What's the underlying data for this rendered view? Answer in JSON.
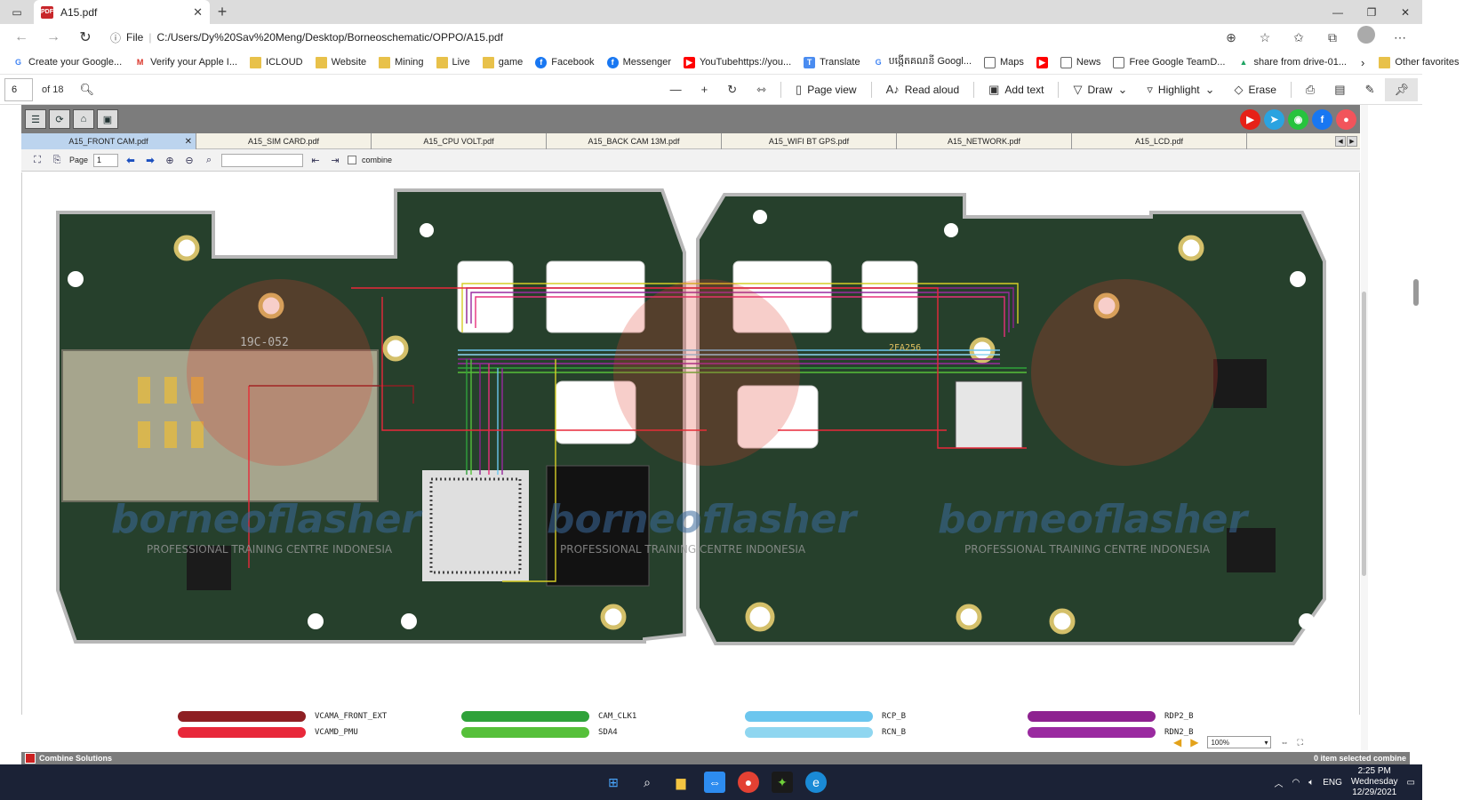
{
  "browser": {
    "tab_title": "A15.pdf",
    "address_prefix": "File",
    "url": "C:/Users/Dy%20Sav%20Meng/Desktop/Borneoschematic/OPPO/A15.pdf"
  },
  "favorites": [
    {
      "label": "Create your Google...",
      "icon": "google-icon"
    },
    {
      "label": "Verify your Apple I...",
      "icon": "gmail-icon"
    },
    {
      "label": "ICLOUD",
      "icon": "folder-icon"
    },
    {
      "label": "Website",
      "icon": "folder-icon"
    },
    {
      "label": "Mining",
      "icon": "folder-icon"
    },
    {
      "label": "Live",
      "icon": "folder-icon"
    },
    {
      "label": "game",
      "icon": "folder-icon"
    },
    {
      "label": "Facebook",
      "icon": "facebook-icon"
    },
    {
      "label": "Messenger",
      "icon": "facebook-icon"
    },
    {
      "label": "YouTubehttps://you...",
      "icon": "youtube-icon"
    },
    {
      "label": "Translate",
      "icon": "translate-icon"
    },
    {
      "label": "បង្កើតគណនី Googl...",
      "icon": "google-icon"
    },
    {
      "label": "Maps",
      "icon": "page-icon"
    },
    {
      "label": "",
      "icon": "youtube-icon"
    },
    {
      "label": "News",
      "icon": "page-icon"
    },
    {
      "label": "Free Google TeamD...",
      "icon": "page-icon"
    },
    {
      "label": "share from drive-01...",
      "icon": "drive-icon"
    }
  ],
  "favorites_other": "Other favorites",
  "pdf_toolbar": {
    "page": "6",
    "of": "of 18",
    "page_view": "Page view",
    "read_aloud": "Read aloud",
    "add_text": "Add text",
    "draw": "Draw",
    "highlight": "Highlight",
    "erase": "Erase"
  },
  "doc_tabs": [
    "A15_FRONT CAM.pdf",
    "A15_SIM CARD.pdf",
    "A15_CPU VOLT.pdf",
    "A15_BACK CAM 13M.pdf",
    "A15_WIFI BT GPS.pdf",
    "A15_NETWORK.pdf",
    "A15_LCD.pdf"
  ],
  "viewer_tools": {
    "page_label": "Page",
    "page_value": "1",
    "combine_label": "combine",
    "zoom": "100%"
  },
  "schematic": {
    "watermark": "borneoflasher",
    "watermark_sub": "PROFESSIONAL TRAINING CENTRE INDONESIA",
    "chip_label_left": "19C-052",
    "chip_label_right": "2FA256"
  },
  "legend": [
    {
      "label": "VCAMA_FRONT_EXT",
      "color": "#8e1f23"
    },
    {
      "label": "VCAMD_PMU",
      "color": "#e8283a"
    },
    {
      "label": "CAM_CLK1",
      "color": "#2fa23a"
    },
    {
      "label": "SDA4",
      "color": "#56c03a"
    },
    {
      "label": "RCP_B",
      "color": "#6cc6ee"
    },
    {
      "label": "RCN_B",
      "color": "#8fd6f0"
    },
    {
      "label": "RDP2_B",
      "color": "#8e2290"
    },
    {
      "label": "RDN2_B",
      "color": "#9a2aa0"
    }
  ],
  "status": {
    "left": "Combine Solutions",
    "right": "0 item selected combine"
  },
  "taskbar": {
    "time": "2:25 PM",
    "day": "Wednesday",
    "date": "12/29/2021",
    "lang": "ENG"
  }
}
